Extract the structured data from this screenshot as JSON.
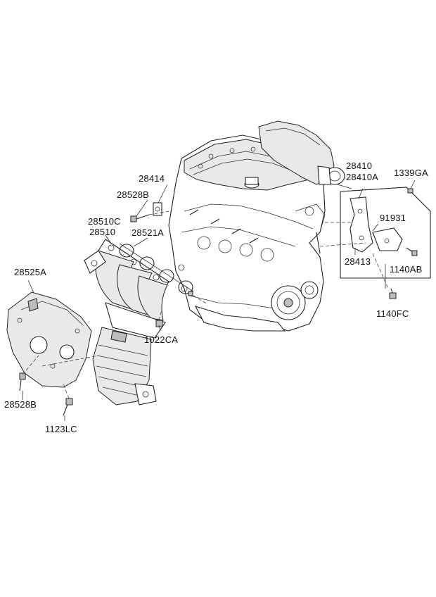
{
  "labels": {
    "p28410": "28410",
    "p28410A": "28410A",
    "p1339GA": "1339GA",
    "p28414": "28414",
    "p28528B_top": "28528B",
    "p28510C": "28510C",
    "p28510": "28510",
    "p28521A": "28521A",
    "p91931": "91931",
    "p28413": "28413",
    "p1140AB": "1140AB",
    "p28525A": "28525A",
    "p1140FC": "1140FC",
    "p1022CA": "1022CA",
    "p28528B_bottom": "28528B",
    "p1123LC": "1123LC"
  }
}
